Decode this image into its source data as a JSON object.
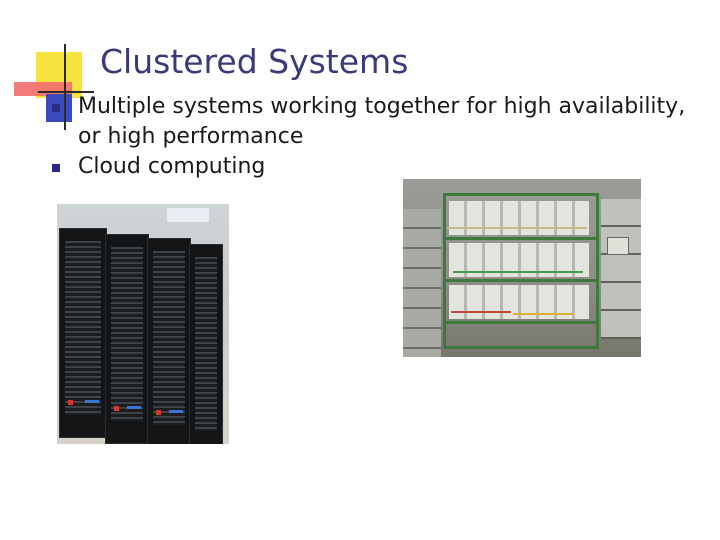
{
  "slide": {
    "title": "Clustered Systems",
    "bullets": [
      {
        "text": "Multiple systems working together for high availability, or high performance"
      },
      {
        "text": "Cloud computing"
      }
    ]
  },
  "images": [
    {
      "name": "server-rack-photo"
    },
    {
      "name": "pc-cluster-photo"
    }
  ],
  "colors": {
    "title": "#3a3a7a",
    "bullet_marker": "#2b2b85",
    "deco_yellow": "#f7e33f",
    "deco_red": "#f26b6b",
    "deco_blue": "#3b4bbf"
  }
}
